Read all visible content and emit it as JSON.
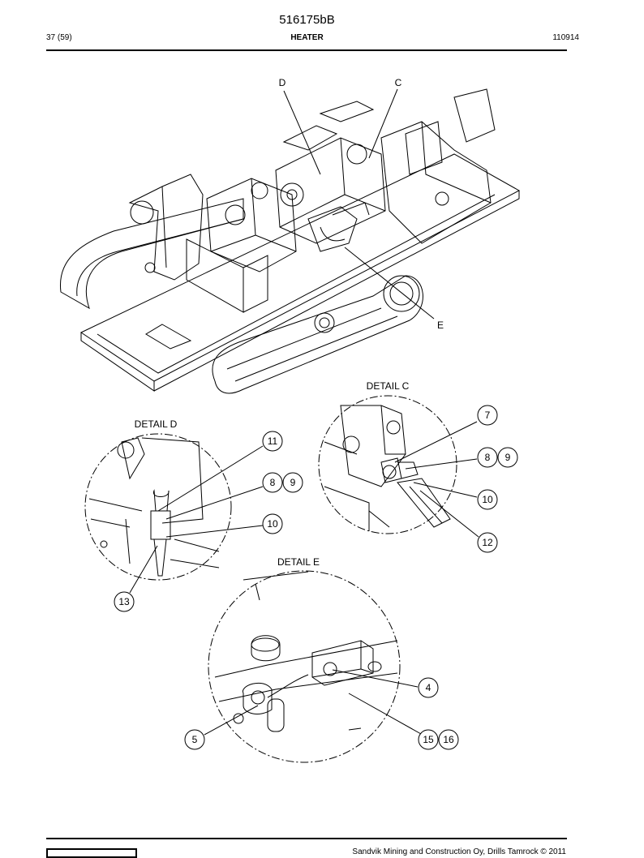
{
  "header": {
    "doc_number": "516175bB",
    "page_count": "37 (59)",
    "title": "HEATER",
    "code": "110914"
  },
  "drawing": {
    "view_labels": {
      "d": "D",
      "c": "C",
      "e": "E"
    },
    "detail_titles": {
      "c": "DETAIL C",
      "d": "DETAIL D",
      "e": "DETAIL E"
    },
    "callouts": {
      "c7": "7",
      "c8": "8",
      "c9": "9",
      "c10": "10",
      "c12": "12",
      "d11": "11",
      "d8": "8",
      "d9": "9",
      "d10": "10",
      "d13": "13",
      "e4": "4",
      "e5": "5",
      "e15": "15",
      "e16": "16"
    }
  },
  "footer": {
    "copyright": "Sandvik Mining and Construction Oy, Drills Tamrock © 2011"
  }
}
